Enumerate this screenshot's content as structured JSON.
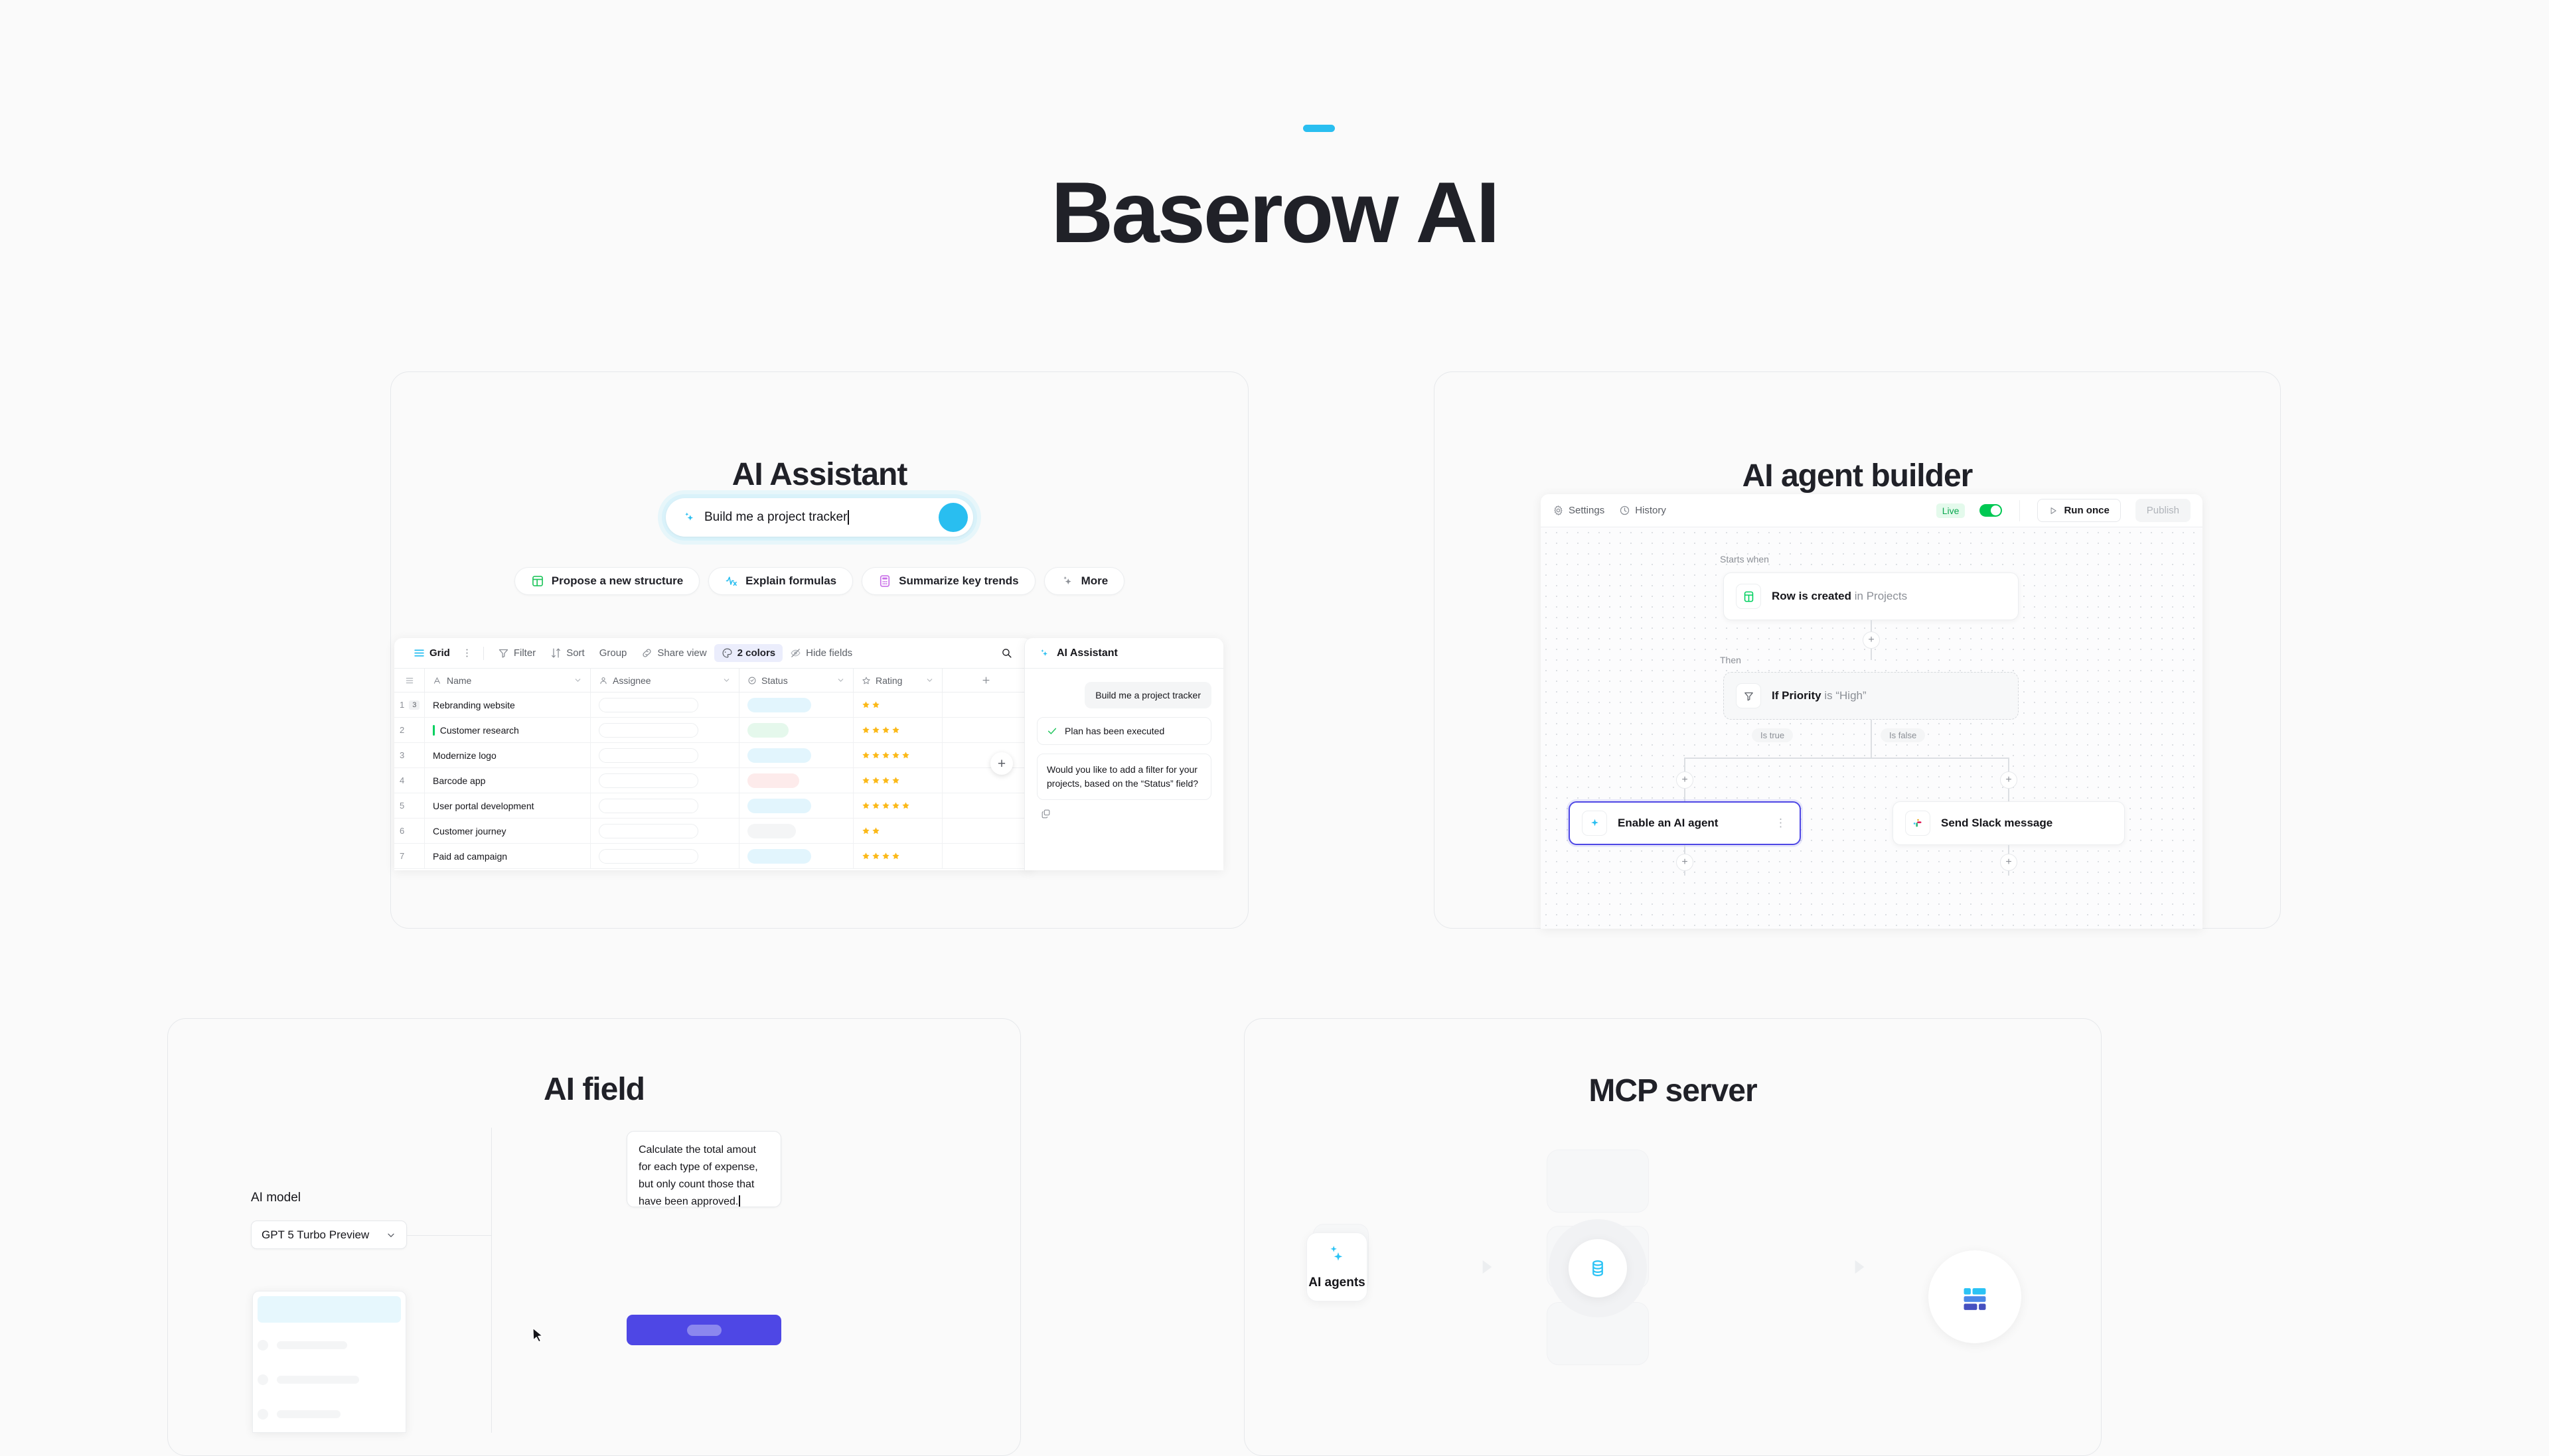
{
  "hero": {
    "title": "Baserow AI"
  },
  "assistant": {
    "panel_title": "AI Assistant",
    "search_value": "Build me a project tracker",
    "search_icon": "sparkle-icon",
    "send_icon": "send-circle-icon",
    "chips": [
      {
        "label": "Propose a new structure",
        "icon": "table-icon",
        "color": "#21c55d"
      },
      {
        "label": "Explain formulas",
        "icon": "formula-icon",
        "color": "#29bef0"
      },
      {
        "label": "Summarize key trends",
        "icon": "calculator-icon",
        "color": "#c86ee8"
      },
      {
        "label": "More",
        "icon": "sparkle-icon",
        "color": "#8b8f96"
      }
    ],
    "grid": {
      "view_name": "Grid",
      "toolbar": [
        {
          "label": "Filter",
          "icon": "filter-icon"
        },
        {
          "label": "Sort",
          "icon": "sort-icon"
        },
        {
          "label": "Group",
          "icon": "none"
        },
        {
          "label": "Share view",
          "icon": "link-icon"
        },
        {
          "label": "2 colors",
          "icon": "palette-icon",
          "active": true
        },
        {
          "label": "Hide fields",
          "icon": "eye-off-icon"
        }
      ],
      "search_icon": "search-icon",
      "add_field_icon": "plus-icon",
      "columns": [
        {
          "label": "Name",
          "icon": "text-field-icon"
        },
        {
          "label": "Assignee",
          "icon": "person-icon"
        },
        {
          "label": "Status",
          "icon": "single-select-icon"
        },
        {
          "label": "Rating",
          "icon": "star-icon"
        }
      ],
      "rows": [
        {
          "num": "1",
          "badge": "3",
          "marker": false,
          "name": "Rebranding website",
          "status_color": "#e2f5fd",
          "status_width": 96,
          "rating": 2
        },
        {
          "num": "2",
          "badge": "",
          "marker": true,
          "name": "Customer research",
          "status_color": "#e5f8ec",
          "status_width": 62,
          "rating": 4
        },
        {
          "num": "3",
          "badge": "",
          "marker": false,
          "name": "Modernize logo",
          "status_color": "#e2f5fd",
          "status_width": 96,
          "rating": 5
        },
        {
          "num": "4",
          "badge": "",
          "marker": false,
          "name": "Barcode app",
          "status_color": "#fdebeb",
          "status_width": 78,
          "rating": 4
        },
        {
          "num": "5",
          "badge": "",
          "marker": false,
          "name": "User portal development",
          "status_color": "#e2f5fd",
          "status_width": 96,
          "rating": 5
        },
        {
          "num": "6",
          "badge": "",
          "marker": false,
          "name": "Customer journey",
          "status_color": "#f4f5f6",
          "status_width": 73,
          "rating": 2
        },
        {
          "num": "7",
          "badge": "",
          "marker": false,
          "name": "Paid ad campaign",
          "status_color": "#e2f5fd",
          "status_width": 96,
          "rating": 4
        }
      ]
    },
    "side_panel": {
      "title": "AI Assistant",
      "user_message": "Build me a project tracker",
      "status_message": "Plan has been executed",
      "status_icon": "check-icon",
      "ai_message": "Would you like to add a filter for your projects, based on the “Status” field?",
      "copy_icon": "copy-icon"
    }
  },
  "agent_builder": {
    "panel_title": "AI agent builder",
    "toolbar": {
      "settings_label": "Settings",
      "settings_icon": "gear-icon",
      "history_label": "History",
      "history_icon": "clock-icon",
      "live_label": "Live",
      "toggle_state": "on",
      "run_once_label": "Run once",
      "run_once_icon": "play-icon",
      "publish_label": "Publish"
    },
    "flow": {
      "starts_when_label": "Starts when",
      "trigger_text": "Row is created",
      "trigger_suffix": "in Projects",
      "trigger_icon": "table-icon",
      "then_label": "Then",
      "condition_text": "If Priority",
      "condition_suffix": "is “High”",
      "condition_icon": "filter-icon",
      "branch_true": "Is true",
      "branch_false": "Is false",
      "action_true": "Enable an AI agent",
      "action_true_icon": "sparkle-icon",
      "action_false": "Send Slack message",
      "action_false_icon": "slack-icon",
      "plus_icon": "plus-icon",
      "dots_icon": "more-vertical-icon"
    }
  },
  "ai_field": {
    "panel_title": "AI field",
    "model_label": "AI model",
    "model_value": "GPT 5 Turbo Preview",
    "chevron_icon": "chevron-down-icon",
    "cursor_icon": "cursor-arrow-icon",
    "prompt_text": "Calculate the total amout for each type of expense, but only count those that have been approved.",
    "generate_button_label": ""
  },
  "mcp": {
    "panel_title": "MCP server",
    "agents_label": "AI agents",
    "agents_icon": "sparkles-icon",
    "database_icon": "database-icon",
    "app_icon": "layout-blocks-icon",
    "arrow_icon": "triangle-right-icon",
    "colors": {
      "cyan": "#2bc3f5",
      "blue": "#4b87e8",
      "indigo": "#4550c0"
    }
  }
}
